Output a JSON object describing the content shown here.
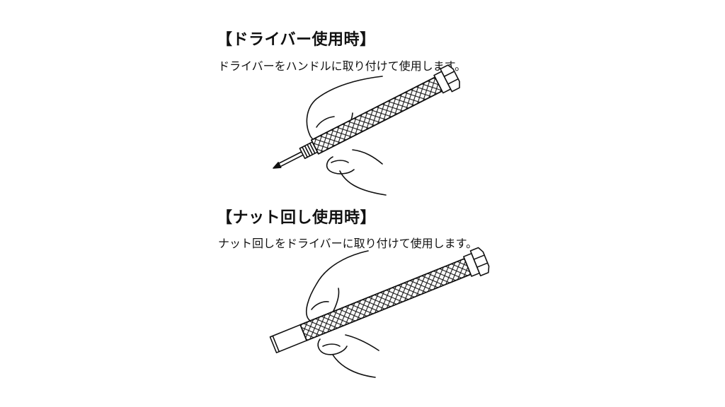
{
  "sections": [
    {
      "heading": "【ドライバー使用時】",
      "description": "ドライバーをハンドルに取り付けて使用します。",
      "illustration": "hand-holding-screwdriver-icon"
    },
    {
      "heading": "【ナット回し使用時】",
      "description": "ナット回しをドライバーに取り付けて使用します。",
      "illustration": "hand-holding-nut-driver-icon"
    }
  ],
  "colors": {
    "line": "#111111",
    "background": "#ffffff"
  }
}
